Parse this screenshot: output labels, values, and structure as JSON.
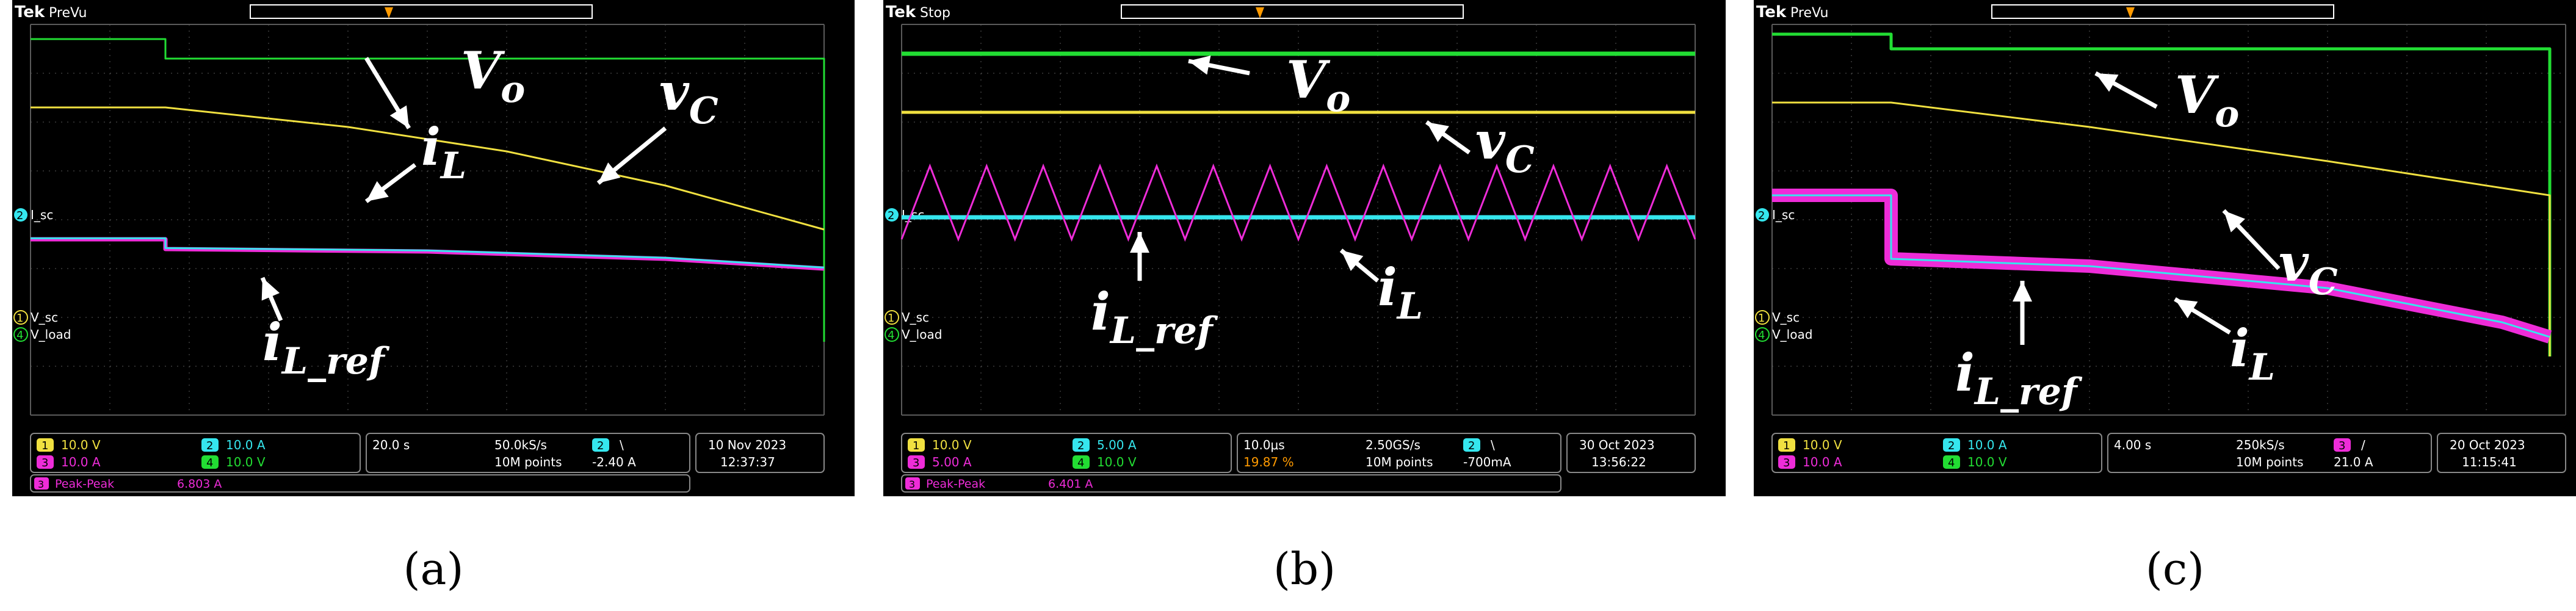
{
  "colors": {
    "ch1": "#f0e040",
    "ch2": "#35e6ee",
    "ch3": "#ee2cd8",
    "ch4": "#22dd33",
    "grid": "#5a5a5a",
    "annot": "#ffffff",
    "bg": "#000000"
  },
  "panels": [
    {
      "caption": "(a)",
      "brand": "Tek",
      "state": "PreVu",
      "labels": {
        "ch2": "I_sc",
        "ch1": "V_sc",
        "ch4": "V_load"
      },
      "status": {
        "ch1": "10.0 V",
        "ch2": "10.0 A",
        "ch3": "10.0 A",
        "ch4": "10.0 V",
        "timebase": "20.0 s",
        "samplerate": "50.0kS/s",
        "points": "10M points",
        "trig_src": "2",
        "trig_slope": "\\",
        "trig_level": "-2.40 A",
        "date": "10 Nov 2023",
        "time": "12:37:37",
        "meas_ch": "3",
        "meas": "Peak-Peak",
        "meas_val": "6.803 A"
      },
      "annotations": [
        "V_o",
        "v_C",
        "i_L",
        "i_L_ref"
      ]
    },
    {
      "caption": "(b)",
      "brand": "Tek",
      "state": "Stop",
      "labels": {
        "ch2": "I_sc",
        "ch1": "V_sc",
        "ch4": "V_load"
      },
      "status": {
        "ch1": "10.0 V",
        "ch2": "5.00 A",
        "ch3": "5.00 A",
        "ch4": "10.0 V",
        "timebase": "10.0μs",
        "trig_pos": "19.87 %",
        "samplerate": "2.50GS/s",
        "points": "10M points",
        "trig_src": "2",
        "trig_slope": "\\",
        "trig_level": "-700mA",
        "date": "30 Oct 2023",
        "time": "13:56:22",
        "meas_ch": "3",
        "meas": "Peak-Peak",
        "meas_val": "6.401 A"
      },
      "annotations": [
        "V_o",
        "v_C",
        "i_L_ref",
        "i_L"
      ]
    },
    {
      "caption": "(c)",
      "brand": "Tek",
      "state": "PreVu",
      "labels": {
        "ch2": "I_sc",
        "ch1": "V_sc",
        "ch4": "V_load"
      },
      "status": {
        "ch1": "10.0 V",
        "ch2": "10.0 A",
        "ch3": "10.0 A",
        "ch4": "10.0 V",
        "timebase": "4.00 s",
        "samplerate": "250kS/s",
        "points": "10M points",
        "trig_src": "3",
        "trig_slope": "/",
        "trig_level": "21.0 A",
        "date": "20 Oct 2023",
        "time": "11:15:41"
      },
      "annotations": [
        "V_o",
        "v_C",
        "i_L_ref",
        "i_L"
      ]
    }
  ],
  "chart_data": [
    {
      "type": "line",
      "panel": "a",
      "x_divisions": 10,
      "y_divisions": 8,
      "series": [
        {
          "name": "V_o",
          "channel": 4,
          "points": [
            [
              0,
              7.7
            ],
            [
              1.7,
              7.7
            ],
            [
              1.7,
              7.3
            ],
            [
              10,
              7.3
            ],
            [
              10,
              1.5
            ]
          ]
        },
        {
          "name": "v_C",
          "channel": 1,
          "points": [
            [
              0,
              6.3
            ],
            [
              1.7,
              6.3
            ],
            [
              4,
              5.9
            ],
            [
              6,
              5.4
            ],
            [
              8,
              4.7
            ],
            [
              10,
              3.8
            ]
          ]
        },
        {
          "name": "i_L",
          "channel": 3,
          "points": [
            [
              0,
              3.6
            ],
            [
              1.7,
              3.6
            ],
            [
              1.7,
              3.4
            ],
            [
              5,
              3.35
            ],
            [
              8,
              3.2
            ],
            [
              10,
              3.0
            ]
          ]
        },
        {
          "name": "i_L_ref",
          "channel": 2,
          "points": [
            [
              0,
              3.62
            ],
            [
              1.7,
              3.62
            ],
            [
              1.7,
              3.42
            ],
            [
              5,
              3.37
            ],
            [
              8,
              3.22
            ],
            [
              10,
              3.02
            ]
          ]
        }
      ]
    },
    {
      "type": "line",
      "panel": "b",
      "x_divisions": 10,
      "y_divisions": 8,
      "series": [
        {
          "name": "V_o",
          "channel": 4,
          "level_div": 7.4
        },
        {
          "name": "v_C",
          "channel": 1,
          "level_div": 6.2
        },
        {
          "name": "i_L_ref",
          "channel": 2,
          "level_div": 4.05
        },
        {
          "name": "i_L",
          "channel": 3,
          "type": "triangle",
          "center_div": 4.35,
          "amplitude_div": 0.75,
          "periods": 14
        }
      ]
    },
    {
      "type": "line",
      "panel": "c",
      "x_divisions": 10,
      "y_divisions": 8,
      "series": [
        {
          "name": "V_o",
          "channel": 4,
          "points": [
            [
              0,
              7.8
            ],
            [
              1.5,
              7.8
            ],
            [
              1.5,
              7.5
            ],
            [
              9.8,
              7.5
            ],
            [
              9.8,
              1.2
            ]
          ]
        },
        {
          "name": "v_C",
          "channel": 1,
          "points": [
            [
              0,
              6.4
            ],
            [
              1.5,
              6.4
            ],
            [
              4,
              5.9
            ],
            [
              7,
              5.2
            ],
            [
              9.8,
              4.5
            ],
            [
              9.8,
              1.2
            ]
          ]
        },
        {
          "name": "i_L",
          "channel": 3,
          "points": [
            [
              0,
              4.5
            ],
            [
              1.5,
              4.5
            ],
            [
              1.5,
              3.2
            ],
            [
              4,
              3.05
            ],
            [
              7,
              2.6
            ],
            [
              9.2,
              1.9
            ],
            [
              9.8,
              1.6
            ]
          ]
        },
        {
          "name": "i_L_ref",
          "channel": 2,
          "points": [
            [
              0,
              4.5
            ],
            [
              1.5,
              4.5
            ],
            [
              1.5,
              3.2
            ],
            [
              4,
              3.05
            ],
            [
              7,
              2.6
            ],
            [
              9.2,
              1.9
            ],
            [
              9.8,
              1.6
            ]
          ]
        }
      ]
    }
  ]
}
